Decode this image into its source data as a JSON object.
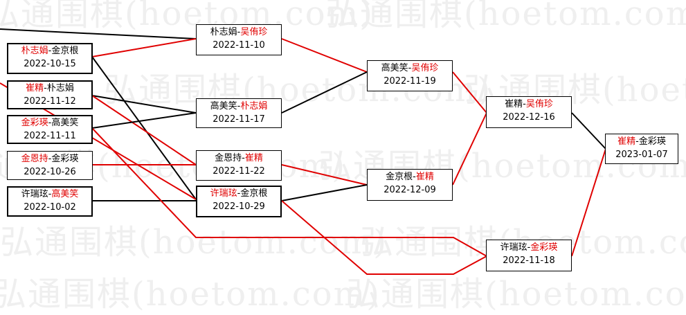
{
  "watermark": "弘通围棋(hoetom.com)",
  "colors": {
    "winner": "#e00000",
    "loser": "#000000"
  },
  "matches": {
    "r1_1": {
      "p1": "朴志娟",
      "p2": "金京根",
      "winner": "p1",
      "date": "2022-10-15"
    },
    "r1_2": {
      "p1": "崔精",
      "p2": "朴志娟",
      "winner": "p1",
      "date": "2022-11-12"
    },
    "r1_3": {
      "p1": "金彩瑛",
      "p2": "高美笑",
      "winner": "p1",
      "date": "2022-11-11"
    },
    "r1_4": {
      "p1": "金恩持",
      "p2": "金彩瑛",
      "winner": "p1",
      "date": "2022-10-26"
    },
    "r1_5": {
      "p1": "许瑞玹",
      "p2": "高美笑",
      "winner": "p2",
      "date": "2022-10-02"
    },
    "r2_1": {
      "p1": "朴志娟",
      "p2": "吴侑珍",
      "winner": "p2",
      "date": "2022-11-10"
    },
    "r2_2": {
      "p1": "高美笑",
      "p2": "朴志娟",
      "winner": "p2",
      "date": "2022-11-17"
    },
    "r2_3": {
      "p1": "金恩持",
      "p2": "崔精",
      "winner": "p2",
      "date": "2022-11-22"
    },
    "r2_4": {
      "p1": "许瑞玹",
      "p2": "金京根",
      "winner": "p1",
      "date": "2022-10-29"
    },
    "r3_1": {
      "p1": "高美笑",
      "p2": "吴侑珍",
      "winner": "p2",
      "date": "2022-11-19"
    },
    "r3_2": {
      "p1": "金京根",
      "p2": "崔精",
      "winner": "p2",
      "date": "2022-12-09"
    },
    "r4_1": {
      "p1": "崔精",
      "p2": "吴侑珍",
      "winner": "p2",
      "date": "2022-12-16"
    },
    "r4_2": {
      "p1": "许瑞玹",
      "p2": "金彩瑛",
      "winner": "p2",
      "date": "2022-11-18"
    },
    "final": {
      "p1": "崔精",
      "p2": "金彩瑛",
      "winner": "p1",
      "date": "2023-01-07"
    }
  }
}
